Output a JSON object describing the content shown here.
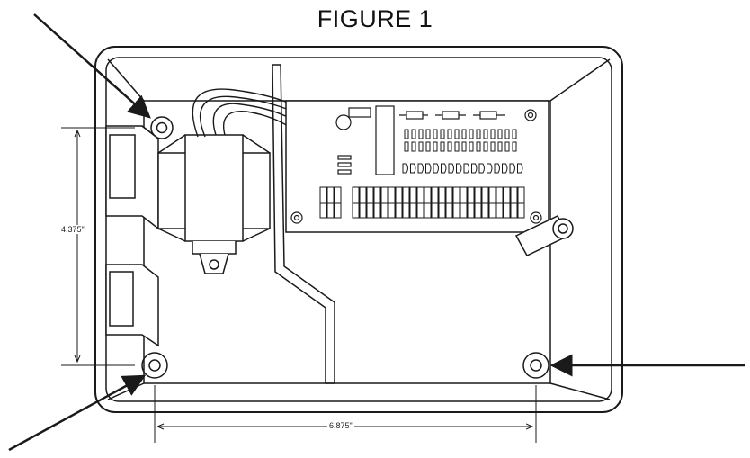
{
  "figure": {
    "title": "FIGURE 1",
    "dim_height": "4.375\"",
    "dim_width": "6.875\""
  },
  "colors": {
    "line": "#1a1a1a",
    "background": "#ffffff"
  }
}
